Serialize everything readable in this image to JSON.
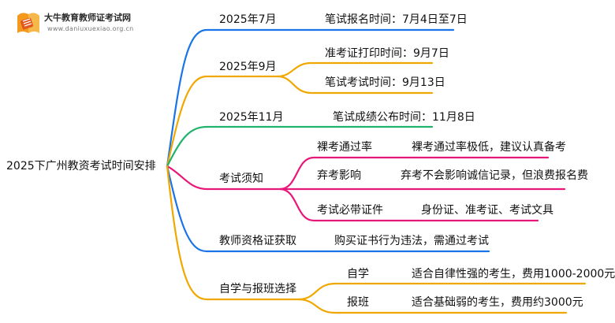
{
  "logo": {
    "title": "大牛教育教师证考试网",
    "url": "www.daniuxuexiao.org.cn"
  },
  "root": {
    "label": "2025下广州教资考试时间安排"
  },
  "branches": [
    {
      "key": "jul",
      "label": "2025年7月",
      "color": "#1a73e8",
      "children": [
        {
          "label": "笔试报名时间：7月4日至7日"
        }
      ]
    },
    {
      "key": "sep",
      "label": "2025年9月",
      "color": "#f0a800",
      "children": [
        {
          "label": "准考证打印时间：9月7日"
        },
        {
          "label": "笔试考试时间：9月13日"
        }
      ]
    },
    {
      "key": "nov",
      "label": "2025年11月",
      "color": "#1fb36b",
      "children": [
        {
          "label": "笔试成绩公布时间：11月8日"
        }
      ]
    },
    {
      "key": "notice",
      "label": "考试须知",
      "color": "#e8187a",
      "children": [
        {
          "label": "裸考通过率",
          "detail": "裸考通过率极低，建议认真备考"
        },
        {
          "label": "弃考影响",
          "detail": "弃考不会影响诚信记录，但浪费报名费"
        },
        {
          "label": "考试必带证件",
          "detail": "身份证、准考证、考试文具"
        }
      ]
    },
    {
      "key": "cert",
      "label": "教师资格证获取",
      "color": "#1a73e8",
      "children": [
        {
          "label": "购买证书行为违法，需通过考试"
        }
      ]
    },
    {
      "key": "study",
      "label": "自学与报班选择",
      "color": "#f0a800",
      "children": [
        {
          "label": "自学",
          "detail": "适合自律性强的考生，费用1000-2000元"
        },
        {
          "label": "报班",
          "detail": "适合基础弱的考生，费用约3000元"
        }
      ]
    }
  ]
}
